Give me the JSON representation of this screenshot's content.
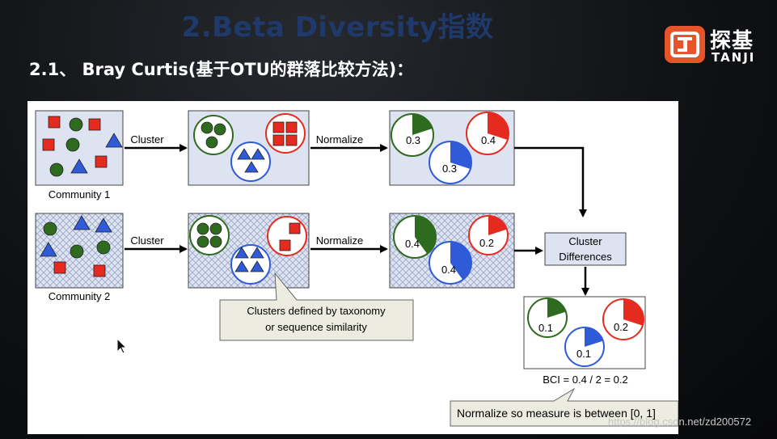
{
  "header": {
    "title": "2.Beta Diversity指数",
    "subtitle": "2.1、 Bray Curtis(基于OTU的群落比较方法)："
  },
  "logo": {
    "cn": "探基",
    "en": "TANJI"
  },
  "diagram": {
    "community1_label": "Community 1",
    "community2_label": "Community 2",
    "cluster_label": "Cluster",
    "normalize_label": "Normalize",
    "c1_values": {
      "green": "0.3",
      "red": "0.4",
      "blue": "0.3"
    },
    "c2_values": {
      "green": "0.4",
      "red": "0.2",
      "blue": "0.4"
    },
    "cluster_differences_line1": "Cluster",
    "cluster_differences_line2": "Differences",
    "diff_values": {
      "green": "0.1",
      "red": "0.2",
      "blue": "0.1"
    },
    "bci": "BCI = 0.4 / 2 = 0.2",
    "callout_clusters_line1": "Clusters defined by taxonomy",
    "callout_clusters_line2": "or sequence similarity",
    "callout_normalize": "Normalize so measure is between [0, 1]"
  },
  "watermark": "https://blog.csdn.net/zd200572",
  "colors": {
    "green": "#2e6b1e",
    "red": "#e52a1f",
    "blue": "#2f5bd8",
    "box_fill": "#dde3f1",
    "callout_fill": "#ecece0"
  }
}
